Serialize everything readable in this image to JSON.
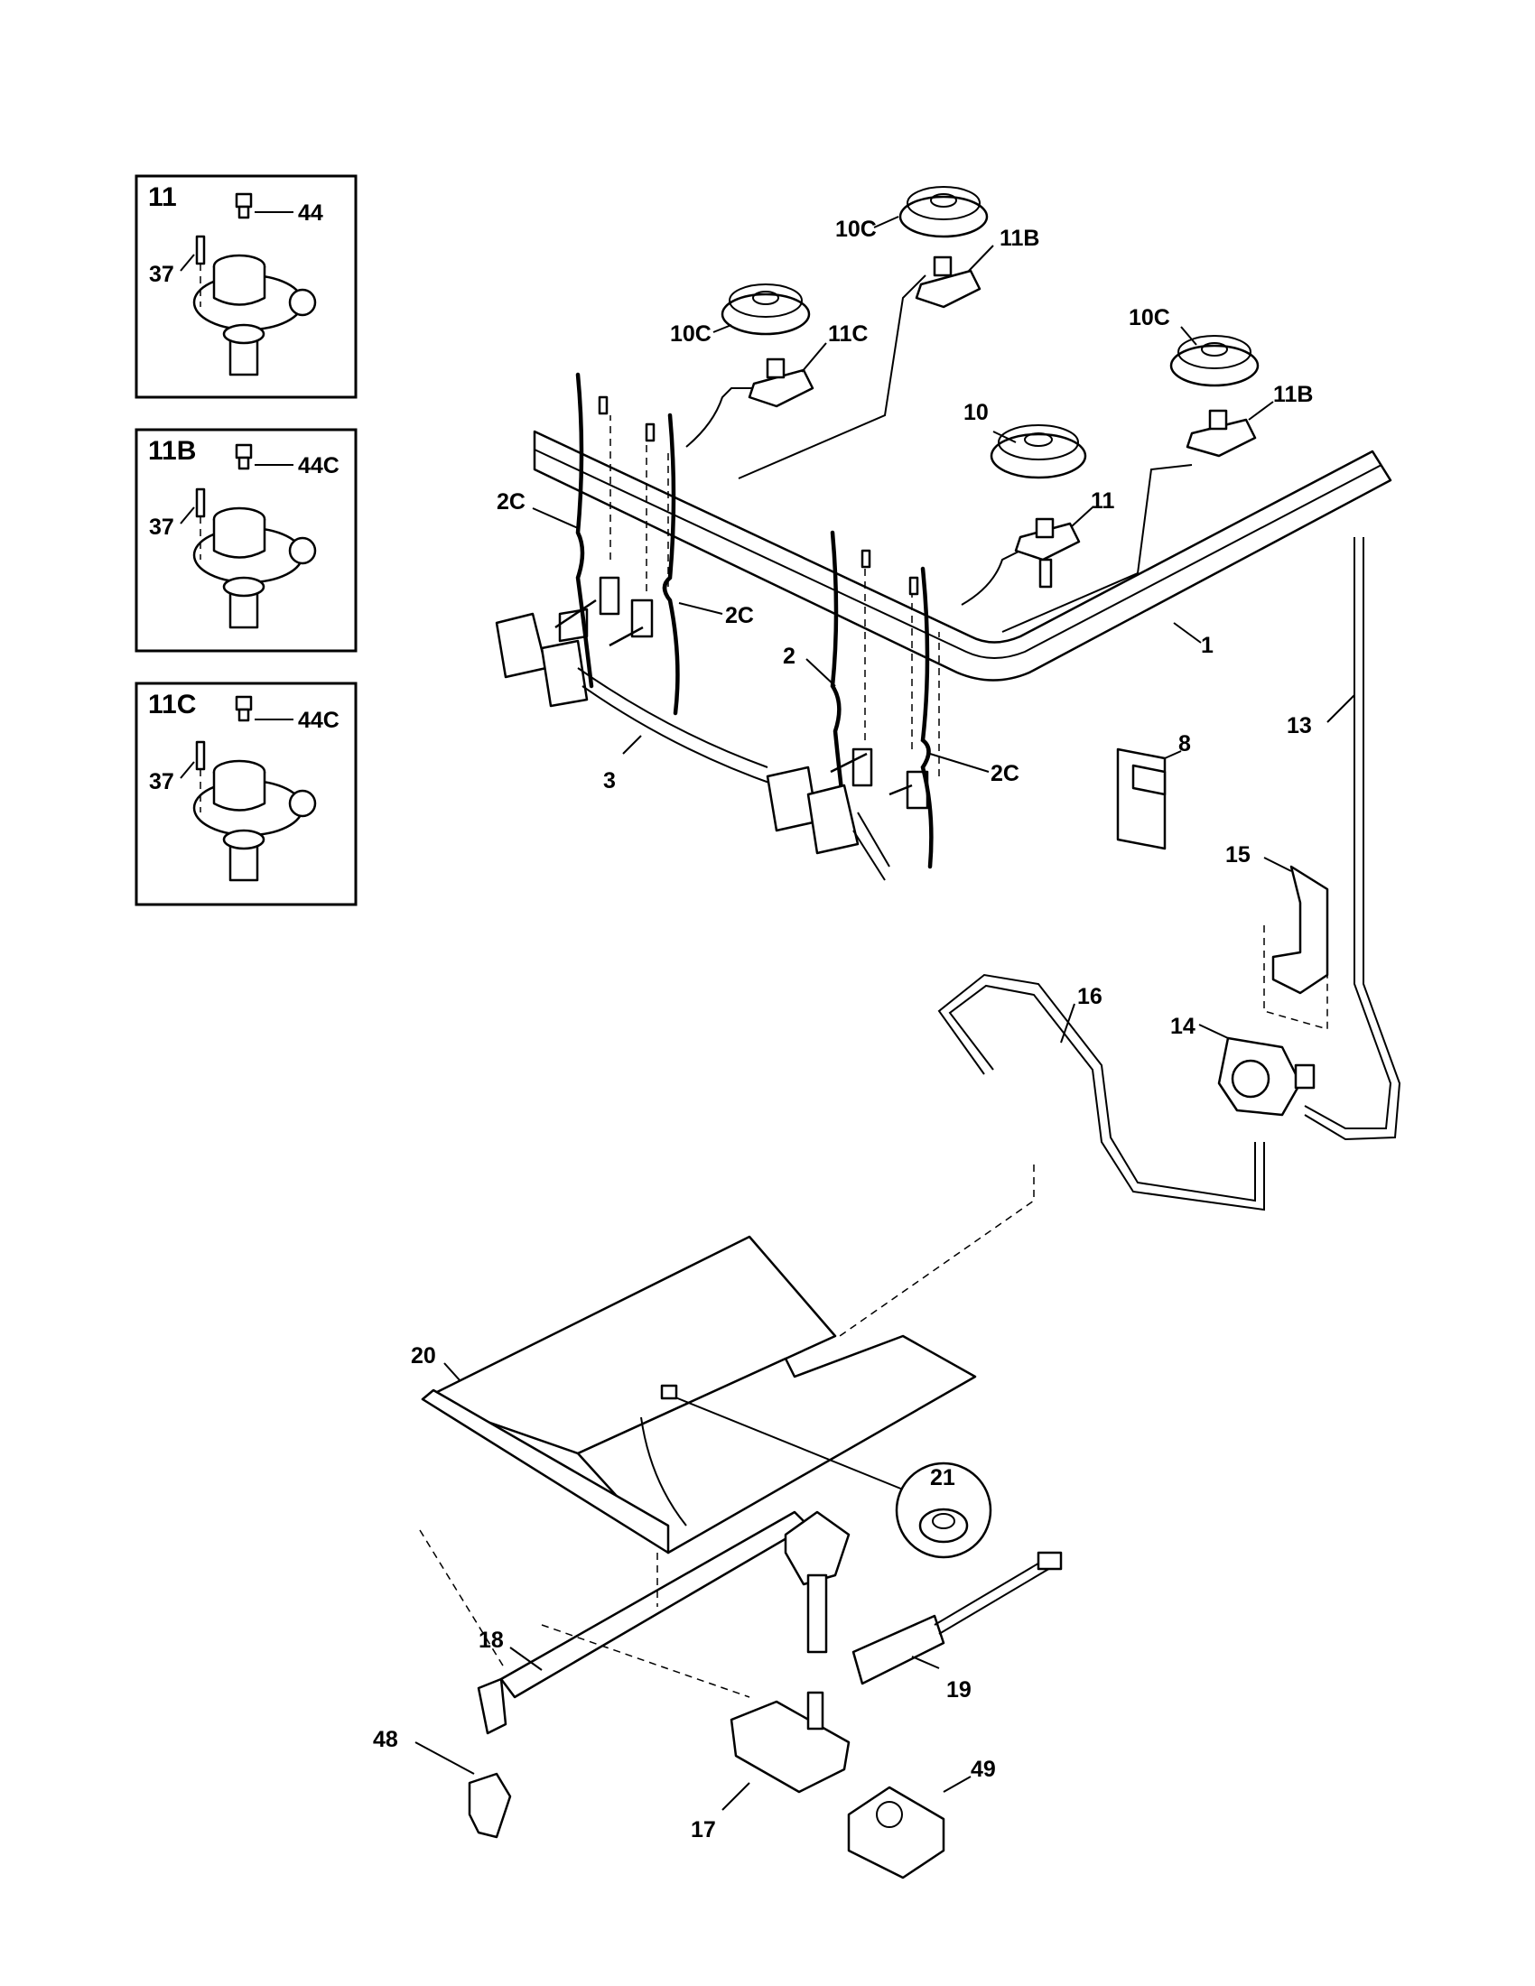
{
  "insets": [
    {
      "title": "11",
      "labels": [
        "44",
        "37"
      ]
    },
    {
      "title": "11B",
      "labels": [
        "44C",
        "37"
      ]
    },
    {
      "title": "11C",
      "labels": [
        "44C",
        "37"
      ]
    }
  ],
  "callouts": {
    "p10c_a": "10C",
    "p11b_a": "11B",
    "p10c_b": "10C",
    "p11c": "11C",
    "p10c_c": "10C",
    "p11b_b": "11B",
    "p10": "10",
    "p11": "11",
    "p2c_a": "2C",
    "p2c_b": "2C",
    "p2": "2",
    "p2c_c": "2C",
    "p1": "1",
    "p3": "3",
    "p8": "8",
    "p13": "13",
    "p15": "15",
    "p16": "16",
    "p14": "14",
    "p20": "20",
    "p21": "21",
    "p18": "18",
    "p19": "19",
    "p48": "48",
    "p49": "49",
    "p17": "17"
  }
}
